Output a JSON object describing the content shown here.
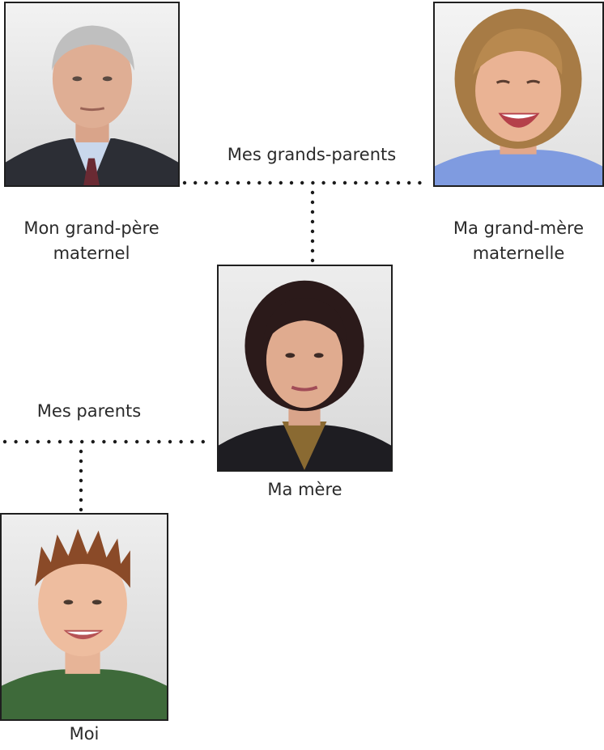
{
  "tree": {
    "grandparents_label": "Mes grands-parents",
    "parents_label": "Mes parents",
    "members": {
      "grandfather": {
        "line1": "Mon grand-père",
        "line2": "maternel"
      },
      "grandmother": {
        "line1": "Ma grand-mère",
        "line2": "maternelle"
      },
      "mother": {
        "label": "Ma mère"
      },
      "me": {
        "label": "Moi"
      }
    }
  },
  "colors": {
    "frame": "#1f1f1f",
    "dots": "#1a1a1a",
    "text": "#2a2a2a"
  }
}
